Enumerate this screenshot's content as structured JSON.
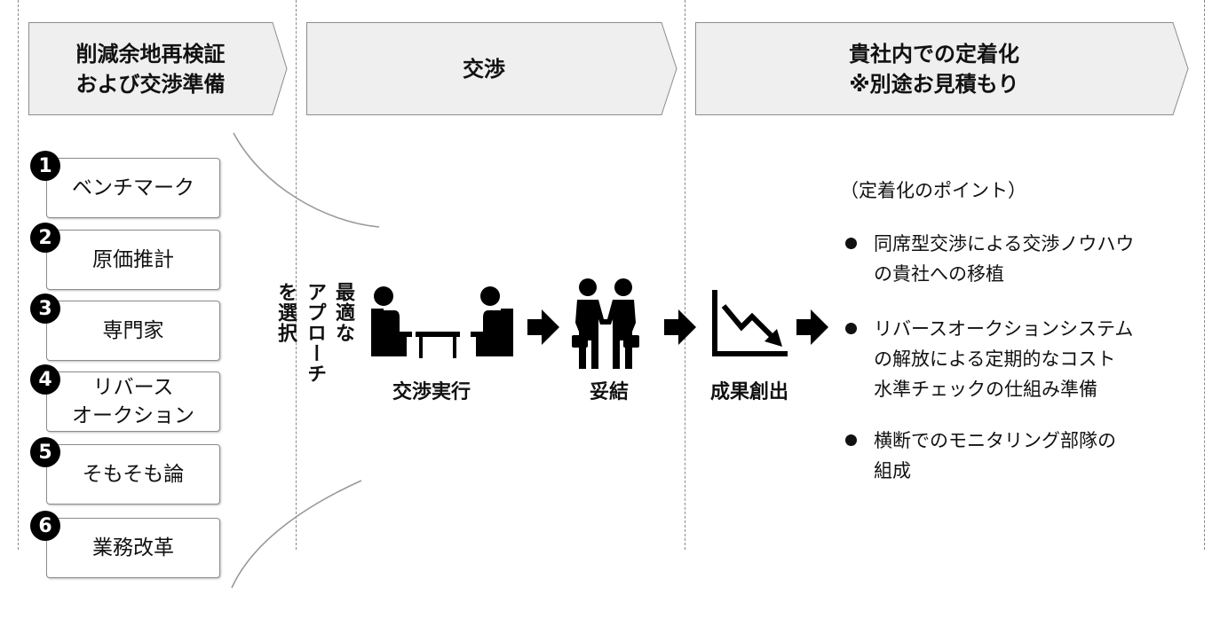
{
  "phases": [
    {
      "label": "削減余地再検証\nおよび交渉準備"
    },
    {
      "label": "交渉"
    },
    {
      "label": "貴社内での定着化\n※別途お見積もり"
    }
  ],
  "options": [
    {
      "num": "1",
      "label": "ベンチマーク"
    },
    {
      "num": "2",
      "label": "原価推計"
    },
    {
      "num": "3",
      "label": "専門家"
    },
    {
      "num": "4",
      "label": "リバース\nオークション"
    },
    {
      "num": "5",
      "label": "そもそも論"
    },
    {
      "num": "6",
      "label": "業務改革"
    }
  ],
  "approach": {
    "line1": "最適な",
    "line2": "アプローチ",
    "line3": "を選択"
  },
  "flow": {
    "step1": "交渉実行",
    "step2": "妥結",
    "step3": "成果創出"
  },
  "points": {
    "title": "（定着化のポイント）",
    "items": [
      "同席型交渉による交渉ノウハウ\nの貴社への移植",
      "リバースオークションシステム\nの解放による定期的なコスト\n水準チェックの仕組み準備",
      "横断でのモニタリング部隊の\n組成"
    ]
  },
  "colors": {
    "header_fill": "#efefef",
    "header_border": "#8c8c8c",
    "icon": "#000000"
  }
}
